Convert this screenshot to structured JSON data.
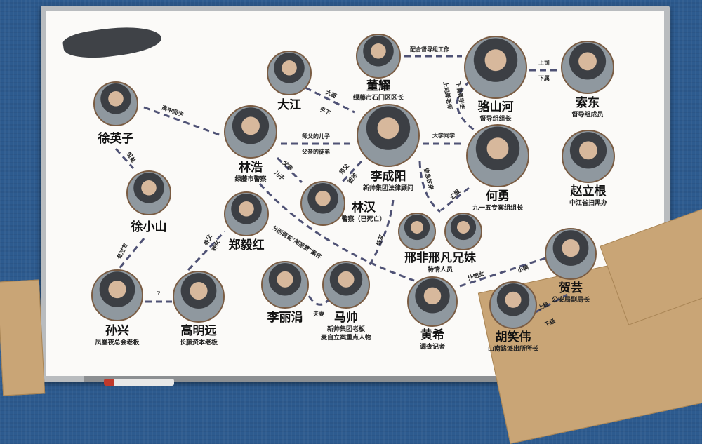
{
  "nodes": [
    {
      "id": "xuyingzi",
      "name": "徐英子",
      "title": ""
    },
    {
      "id": "xuxiaoshan",
      "name": "徐小山",
      "title": ""
    },
    {
      "id": "sunxing",
      "name": "孙兴",
      "title": "凤凰夜总会老板"
    },
    {
      "id": "gaomingyuan",
      "name": "高明远",
      "title": "长藤资本老板"
    },
    {
      "id": "zhengyihong",
      "name": "郑毅红",
      "title": ""
    },
    {
      "id": "linhao",
      "name": "林浩",
      "title": "绿藤市警察"
    },
    {
      "id": "dajiang",
      "name": "大江",
      "title": ""
    },
    {
      "id": "dongyao",
      "name": "董耀",
      "title": "绿藤市石门区区长"
    },
    {
      "id": "lichengyang",
      "name": "李成阳",
      "title": "新帅集团法律顾问"
    },
    {
      "id": "linhan",
      "name": "林汉",
      "title": "警察（已死亡）"
    },
    {
      "id": "luoshanhe",
      "name": "骆山河",
      "title": "督导组组长"
    },
    {
      "id": "suodong",
      "name": "索东",
      "title": "督导组成员"
    },
    {
      "id": "heyong",
      "name": "何勇",
      "title": "九一五专案组组长"
    },
    {
      "id": "zhaoligen",
      "name": "赵立根",
      "title": "中江省扫黑办"
    },
    {
      "id": "xingfei",
      "name": "邢非邢凡兄妹",
      "title": "特情人员"
    },
    {
      "id": "huangxi",
      "name": "黄希",
      "title": "调查记者"
    },
    {
      "id": "lilijuan",
      "name": "李丽涓",
      "title": ""
    },
    {
      "id": "mashuai",
      "name": "马帅",
      "title": "新帅集团老板\n麦自立案重点人物"
    },
    {
      "id": "heyun",
      "name": "贺芸",
      "title": "公安局副局长"
    },
    {
      "id": "huxiaowei",
      "name": "胡笑伟",
      "title": "山南路派出所所长"
    }
  ],
  "edges": [
    {
      "from": "xuyingzi",
      "to": "linhao",
      "labels": [
        "高中同学"
      ]
    },
    {
      "from": "xuyingzi",
      "to": "xuxiaoshan",
      "labels": [
        "姐弟"
      ]
    },
    {
      "from": "xuxiaoshan",
      "to": "sunxing",
      "labels": [
        "有过节"
      ]
    },
    {
      "from": "sunxing",
      "to": "gaomingyuan",
      "labels": [
        "?"
      ]
    },
    {
      "from": "gaomingyuan",
      "to": "zhengyihong",
      "labels": [
        "养父",
        "养女"
      ]
    },
    {
      "from": "linhao",
      "to": "lichengyang",
      "labels": [
        "师父的儿子",
        "父亲的徒弟"
      ]
    },
    {
      "from": "dajiang",
      "to": "lichengyang",
      "labels": [
        "大哥",
        "手下"
      ]
    },
    {
      "from": "linhao",
      "to": "linhan",
      "labels": [
        "父亲",
        "儿子"
      ]
    },
    {
      "from": "lichengyang",
      "to": "linhan",
      "labels": [
        "师父",
        "徒弟"
      ]
    },
    {
      "from": "linhao",
      "to": "huangxi",
      "labels": [
        "分别调查“美丽赞”案件"
      ]
    },
    {
      "from": "lichengyang",
      "to": "mashuai",
      "labels": [
        "好友"
      ]
    },
    {
      "from": "dongyao",
      "to": "luoshanhe",
      "labels": [
        "配合督导组工作"
      ]
    },
    {
      "from": "luoshanhe",
      "to": "suodong",
      "labels": [
        "上司",
        "下属"
      ]
    },
    {
      "from": "luoshanhe",
      "to": "heyong",
      "labels": [
        "上司兼老师",
        "下属兼学生"
      ]
    },
    {
      "from": "lichengyang",
      "to": "heyong",
      "labels": [
        "大学同学"
      ]
    },
    {
      "from": "lichengyang",
      "to": "xingfei",
      "labels": [
        "信息往来"
      ]
    },
    {
      "from": "heyong",
      "to": "xingfei",
      "labels": [
        "汇报"
      ]
    },
    {
      "from": "lilijuan",
      "to": "mashuai",
      "labels": [
        "夫妻"
      ]
    },
    {
      "from": "huangxi",
      "to": "heyun",
      "labels": [
        "外甥女",
        "小姨"
      ]
    },
    {
      "from": "huxiaowei",
      "to": "heyun",
      "labels": [
        "上级",
        "下级"
      ]
    }
  ],
  "colors": {
    "line": "#4f5275",
    "board": "#fbfaf8",
    "background": "#2d5b8f"
  }
}
